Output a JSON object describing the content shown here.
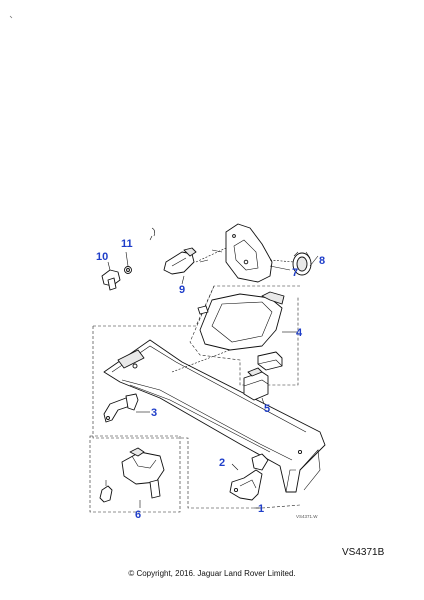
{
  "callouts": [
    {
      "id": "1",
      "label": "1"
    },
    {
      "id": "2",
      "label": "2"
    },
    {
      "id": "3",
      "label": "3"
    },
    {
      "id": "4",
      "label": "4"
    },
    {
      "id": "5",
      "label": "5"
    },
    {
      "id": "6",
      "label": "6"
    },
    {
      "id": "7",
      "label": "7"
    },
    {
      "id": "8",
      "label": "8"
    },
    {
      "id": "9",
      "label": "9"
    },
    {
      "id": "10",
      "label": "10"
    },
    {
      "id": "11",
      "label": "11"
    }
  ],
  "drawing_id": "VS4371B",
  "small_code": "VS4371.W",
  "copyright": "© Copyright, 2016. Jaguar Land Rover Limited.",
  "colors": {
    "callout": "#1f3ec9",
    "line": "#111111",
    "background": "#ffffff"
  }
}
